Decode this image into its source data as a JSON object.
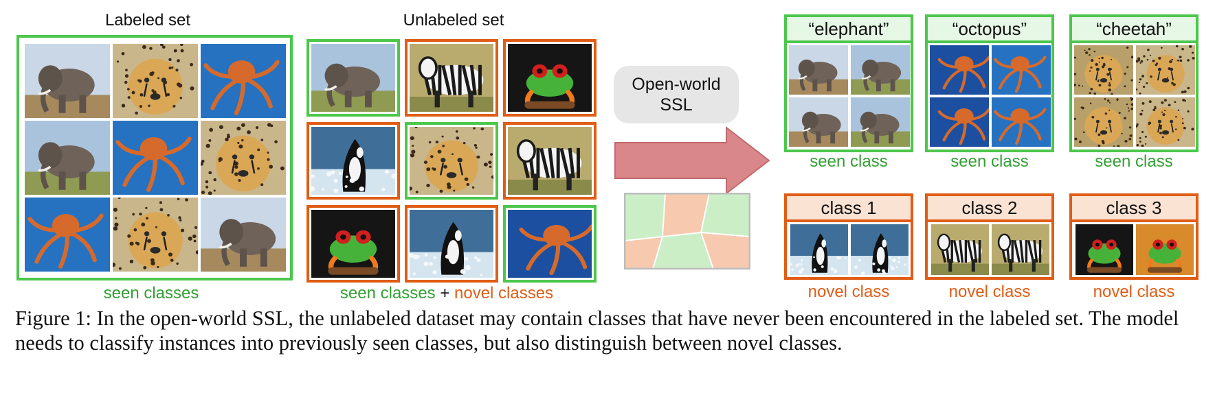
{
  "headings": {
    "labeled": "Labeled set",
    "unlabeled": "Unlabeled set"
  },
  "labeled_grid": [
    "elephant",
    "cheetah",
    "octopus",
    "elephant",
    "octopus",
    "cheetah",
    "octopus",
    "cheetah",
    "elephant"
  ],
  "unlabeled_grid": [
    {
      "animal": "elephant",
      "border": "seen"
    },
    {
      "animal": "zebra",
      "border": "novel"
    },
    {
      "animal": "frog",
      "border": "novel"
    },
    {
      "animal": "orca",
      "border": "novel"
    },
    {
      "animal": "cheetah",
      "border": "seen"
    },
    {
      "animal": "zebra",
      "border": "novel"
    },
    {
      "animal": "frog",
      "border": "novel"
    },
    {
      "animal": "orca",
      "border": "novel"
    },
    {
      "animal": "octopus",
      "border": "seen"
    }
  ],
  "labels": {
    "seen_classes": "seen classes",
    "plus": " + ",
    "novel_classes": "novel classes",
    "method_line1": "Open-world",
    "method_line2": "SSL"
  },
  "seen_results": [
    {
      "title": "“elephant”",
      "footer": "seen class",
      "animals": [
        "elephant",
        "elephant",
        "elephant",
        "elephant"
      ]
    },
    {
      "title": "“octopus”",
      "footer": "seen class",
      "animals": [
        "octopus",
        "octopus",
        "octopus",
        "octopus"
      ]
    },
    {
      "title": "“cheetah”",
      "footer": "seen class",
      "animals": [
        "cheetah",
        "cheetah",
        "cheetah",
        "cheetah"
      ]
    }
  ],
  "novel_results": [
    {
      "title": "class 1",
      "footer": "novel class",
      "animals": [
        "orca",
        "orca"
      ]
    },
    {
      "title": "class 2",
      "footer": "novel class",
      "animals": [
        "zebra",
        "zebra"
      ]
    },
    {
      "title": "class 3",
      "footer": "novel class",
      "animals": [
        "frog",
        "frog"
      ]
    }
  ],
  "caption": "Figure 1: In the open-world SSL, the unlabeled dataset may contain classes that have never been encountered in the labeled set. The model needs to classify instances into previously seen classes, but also distinguish between novel classes.",
  "colors": {
    "seen": "#4cc74c",
    "seen_text": "#33a033",
    "novel": "#e05d16",
    "arrow": "#d9878a",
    "pill": "#e6e6e6",
    "seen_fill": "#cbeec6",
    "novel_fill": "#f7c9ae"
  },
  "icons": [
    "elephant-photo",
    "cheetah-photo",
    "octopus-photo",
    "zebra-photo",
    "frog-photo",
    "orca-photo",
    "arrow-right-icon",
    "region-partition-icon"
  ]
}
